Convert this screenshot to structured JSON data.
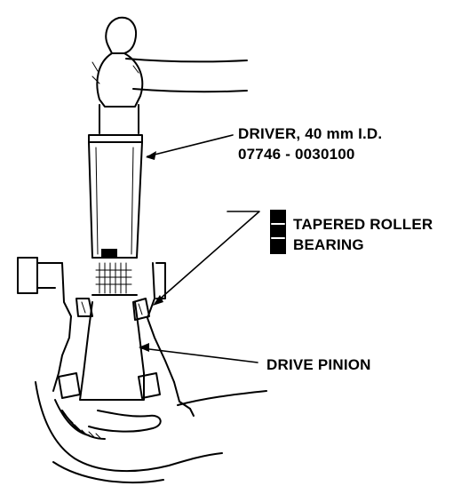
{
  "labels": {
    "driver": {
      "line1": "DRIVER, 40 mm I.D.",
      "line2": "07746 - 0030100"
    },
    "bearing": {
      "line1": "TAPERED ROLLER",
      "line2": "BEARING"
    },
    "pinion": "DRIVE PINION"
  },
  "colors": {
    "ink": "#000000",
    "paper": "#ffffff"
  }
}
